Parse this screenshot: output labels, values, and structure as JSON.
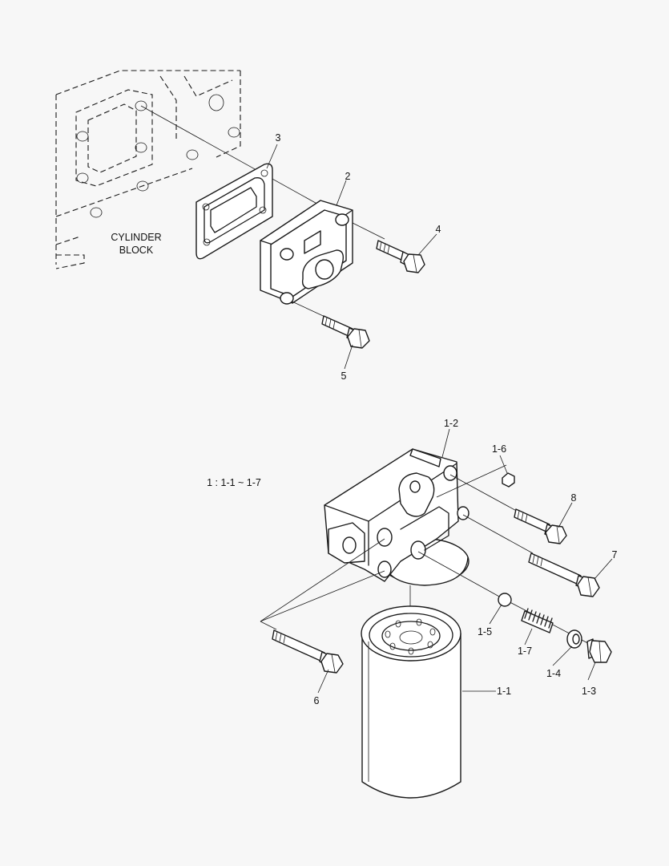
{
  "labels": {
    "cylinder_block_line1": "CYLINDER",
    "cylinder_block_line2": "BLOCK",
    "note": "1  : 1-1 ~ 1-7",
    "p1_1": "1-1",
    "p1_2": "1-2",
    "p1_3": "1-3",
    "p1_4": "1-4",
    "p1_5": "1-5",
    "p1_6": "1-6",
    "p1_7": "1-7",
    "p2": "2",
    "p3": "3",
    "p4": "4",
    "p5": "5",
    "p6": "6",
    "p7": "7",
    "p8": "8"
  }
}
